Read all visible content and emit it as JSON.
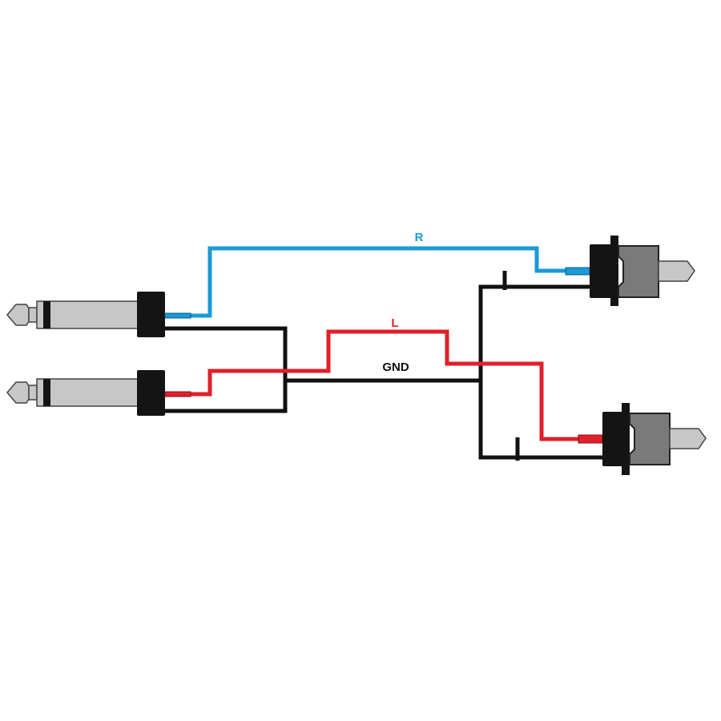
{
  "diagram": {
    "labels": {
      "right_channel": "R",
      "left_channel": "L",
      "ground": "GND"
    },
    "colors": {
      "right_wire": "#1a9ad6",
      "left_wire": "#e0202a",
      "ground_wire": "#111111",
      "plug_body": "#c7c7c7",
      "rca_body": "#7a7a7a",
      "connector_black": "#141414",
      "background": "#ffffff"
    },
    "connectors": {
      "input": [
        "mono-jack-plug-right",
        "mono-jack-plug-left"
      ],
      "output": [
        "rca-plug-right",
        "rca-plug-left"
      ]
    }
  }
}
